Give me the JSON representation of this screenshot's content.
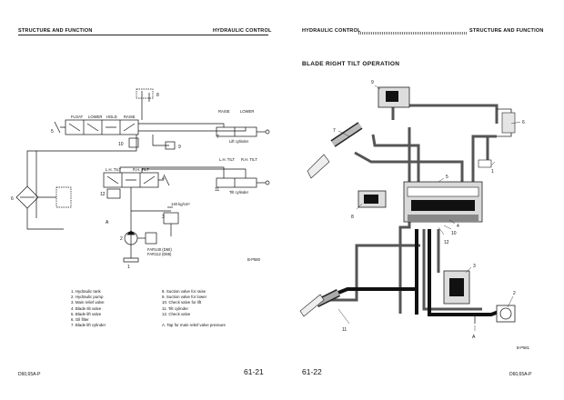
{
  "left_page": {
    "header_left": "STRUCTURE AND FUNCTION",
    "header_right": "HYDRAULIC CONTROL",
    "spool_labels": {
      "float": "FLOAT",
      "lower": "LOWER",
      "hold": "HOLD",
      "raise": "RAISE"
    },
    "cyl_labels": {
      "raise": "RAISE",
      "lower": "LOWER",
      "lh_tilt": "L.H.\nTILT",
      "rh_tilt": "R.H.\nTILT"
    },
    "tilt_labels": {
      "lh": "L.H. TILT",
      "rh": "R.H. TILT"
    },
    "lift_cylinder": "Lift cylinder",
    "tilt_cylinder": "Tilt cylinder",
    "pressure": "140 kg/cm²",
    "model_codes": [
      "FAR140 (D60)",
      "FAR112 (D65)"
    ],
    "fig_code": "B-P580",
    "numbers": [
      "1",
      "2",
      "3",
      "4",
      "5",
      "6",
      "7",
      "8",
      "9",
      "10",
      "11",
      "12",
      "A"
    ],
    "legend_left": [
      "1. Hydraulic tank",
      "2. Hydraulic pump",
      "3. Main relief valve",
      "4. Blade tilt valve",
      "5. Blade lift valve",
      "6. Oil filter",
      "7. Blade lift cylinder"
    ],
    "legend_right": [
      "8. Suction valve for raise",
      "9. Suction valve for lower",
      "10. Check valve for lift",
      "11. Tilt cylinder",
      "12. Check valve",
      "",
      "A. Tap for main relief valve pressure"
    ],
    "footer_left": "D60,65A-P",
    "page_number": "61-21"
  },
  "right_page": {
    "header_left": "HYDRAULIC CONTROL",
    "header_right": "STRUCTURE AND FUNCTION",
    "title": "BLADE RIGHT TILT OPERATION",
    "numbers": [
      "9",
      "7",
      "6",
      "1",
      "5",
      "8",
      "4",
      "12",
      "10",
      "3",
      "2",
      "11",
      "A"
    ],
    "fig_code": "B-P581",
    "page_number": "61-22",
    "footer_right": "D60,65A-P"
  }
}
